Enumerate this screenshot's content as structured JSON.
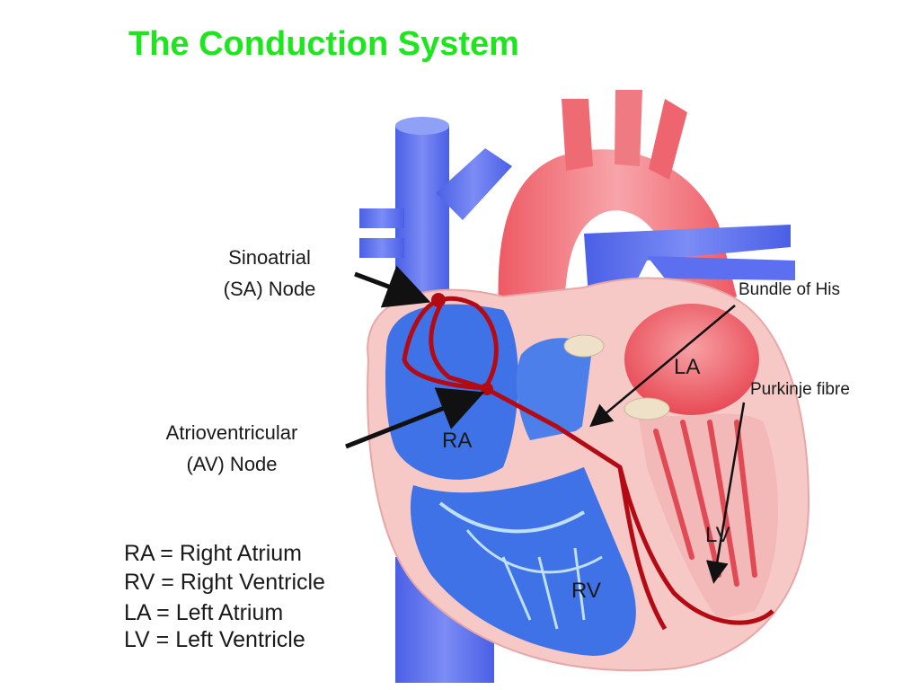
{
  "title": "The Conduction System",
  "labels": {
    "sa_node_line1": "Sinoatrial",
    "sa_node_line2": "(SA) Node",
    "av_node_line1": "Atrioventricular",
    "av_node_line2": "(AV) Node",
    "bundle_of_his": "Bundle of His",
    "purkinje": "Purkinje fibre",
    "ra": "RA",
    "rv": "RV",
    "la": "LA",
    "lv": "LV"
  },
  "legend": [
    "RA = Right Atrium",
    "RV = Right Ventricle",
    "LA = Left Atrium",
    "LV = Left Ventricle"
  ],
  "colors": {
    "title": "#1ee61e",
    "vein_blue": "#5b6ff0",
    "chamber_blue": "#3f72e6",
    "artery_red": "#f2656e",
    "muscle_pink": "#f6c9c7",
    "conduction_red": "#b40a14"
  }
}
